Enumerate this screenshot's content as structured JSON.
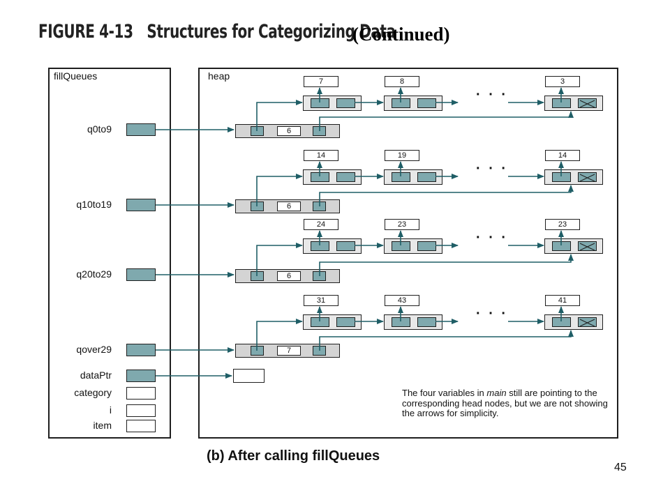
{
  "title": {
    "figure": "FIGURE 4-13",
    "text": "Structures for Categorizing Data",
    "continued": "(Continued)"
  },
  "left_panel": {
    "label": "fillQueues",
    "variables": [
      {
        "name": "q0to9",
        "kind": "pointer"
      },
      {
        "name": "q10to19",
        "kind": "pointer"
      },
      {
        "name": "q20to29",
        "kind": "pointer"
      },
      {
        "name": "qover29",
        "kind": "pointer"
      },
      {
        "name": "dataPtr",
        "kind": "pointer"
      },
      {
        "name": "category",
        "kind": "empty"
      },
      {
        "name": "i",
        "kind": "empty"
      },
      {
        "name": "item",
        "kind": "empty"
      }
    ]
  },
  "heap": {
    "label": "heap",
    "queues": [
      {
        "count": "6",
        "data": [
          "7",
          "8",
          "3"
        ]
      },
      {
        "count": "6",
        "data": [
          "14",
          "19",
          "14"
        ]
      },
      {
        "count": "6",
        "data": [
          "24",
          "23",
          "23"
        ]
      },
      {
        "count": "7",
        "data": [
          "31",
          "43",
          "41"
        ]
      }
    ],
    "ellipsis": "· · ·"
  },
  "note": "The four variables in main still are pointing to the corresponding head nodes, but we are not showing the arrows for simplicity.",
  "note_emphasis": "main",
  "caption": "(b) After calling fillQueues",
  "page_number": "45",
  "colors": {
    "pointer_fill": "#7fa9ae",
    "arrow": "#1f5e66",
    "head_node_fill": "#d4d4d4"
  }
}
